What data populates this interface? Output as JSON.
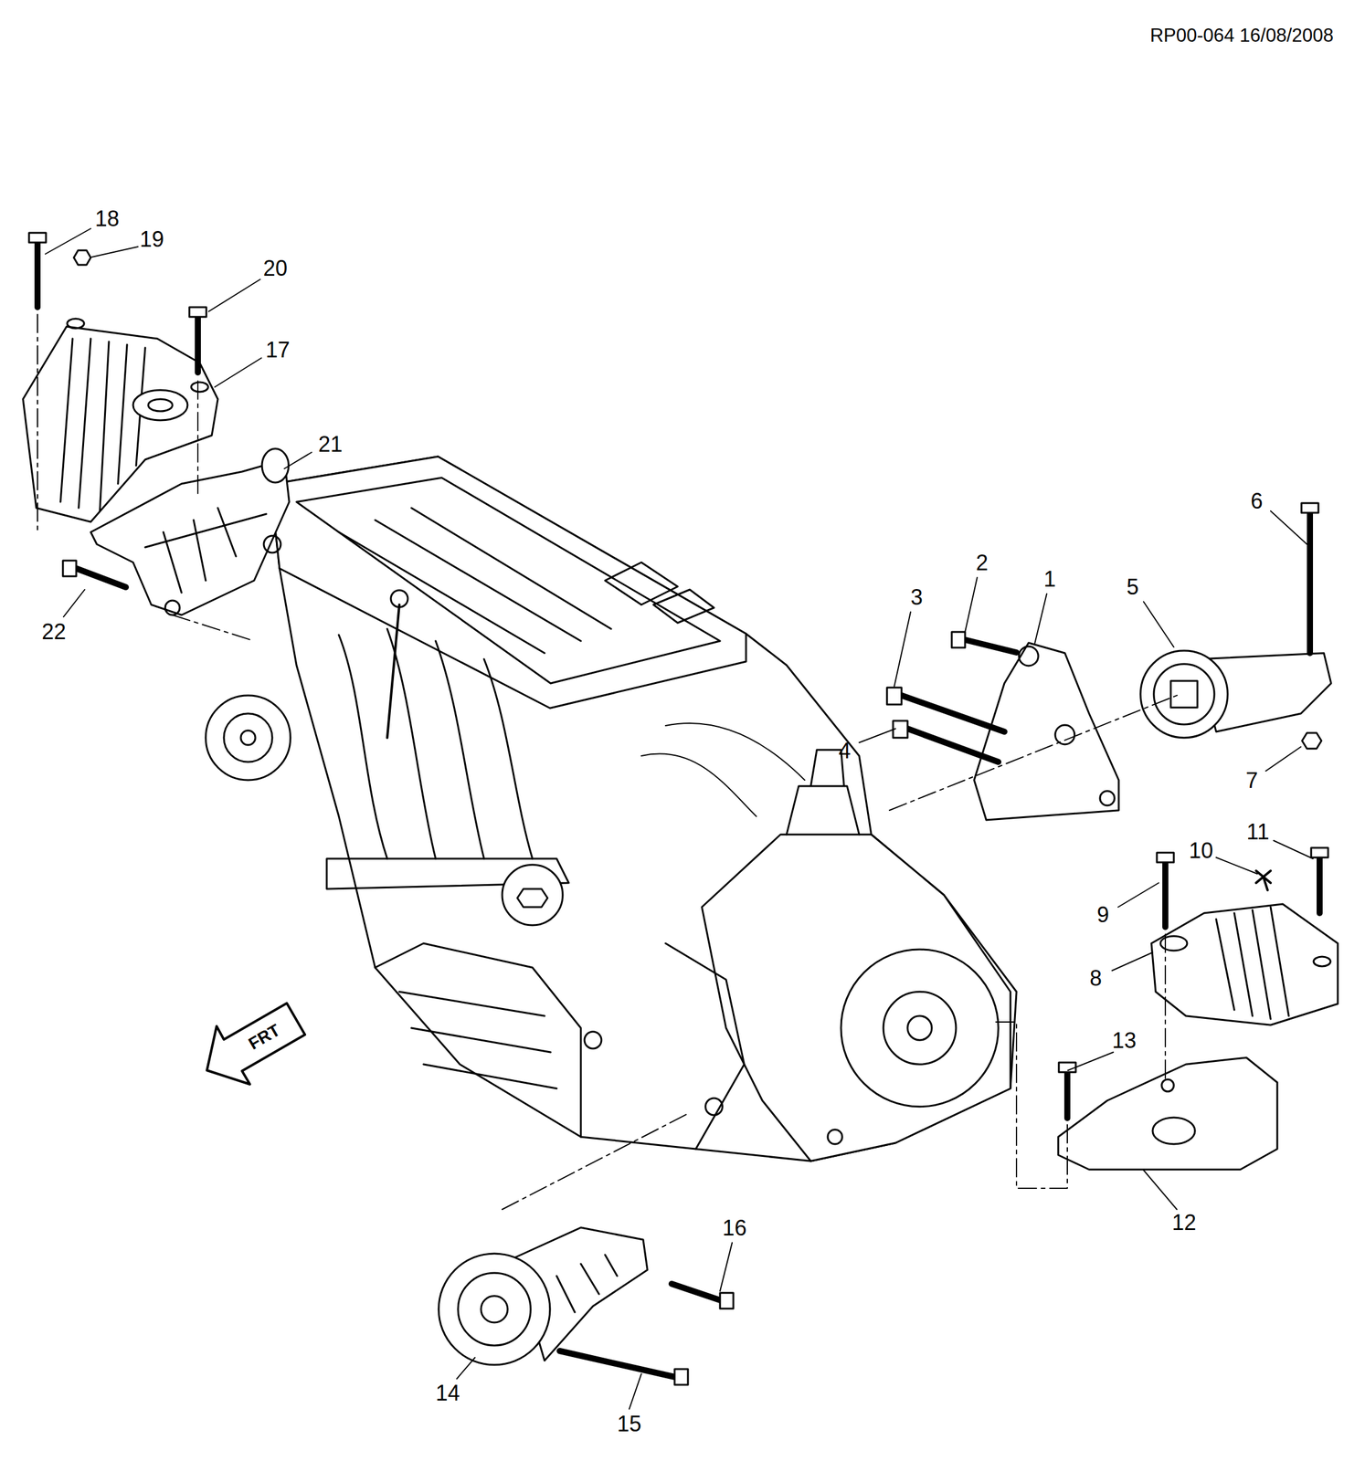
{
  "diagram": {
    "labels": [
      "RP00-064 16/08/2008",
      "18",
      "19",
      "20",
      "17",
      "21",
      "22",
      "3",
      "2",
      "1",
      "5",
      "6",
      "4",
      "7",
      "10",
      "11",
      "9",
      "8",
      "13",
      "12",
      "16",
      "14",
      "15",
      "FRT"
    ]
  }
}
